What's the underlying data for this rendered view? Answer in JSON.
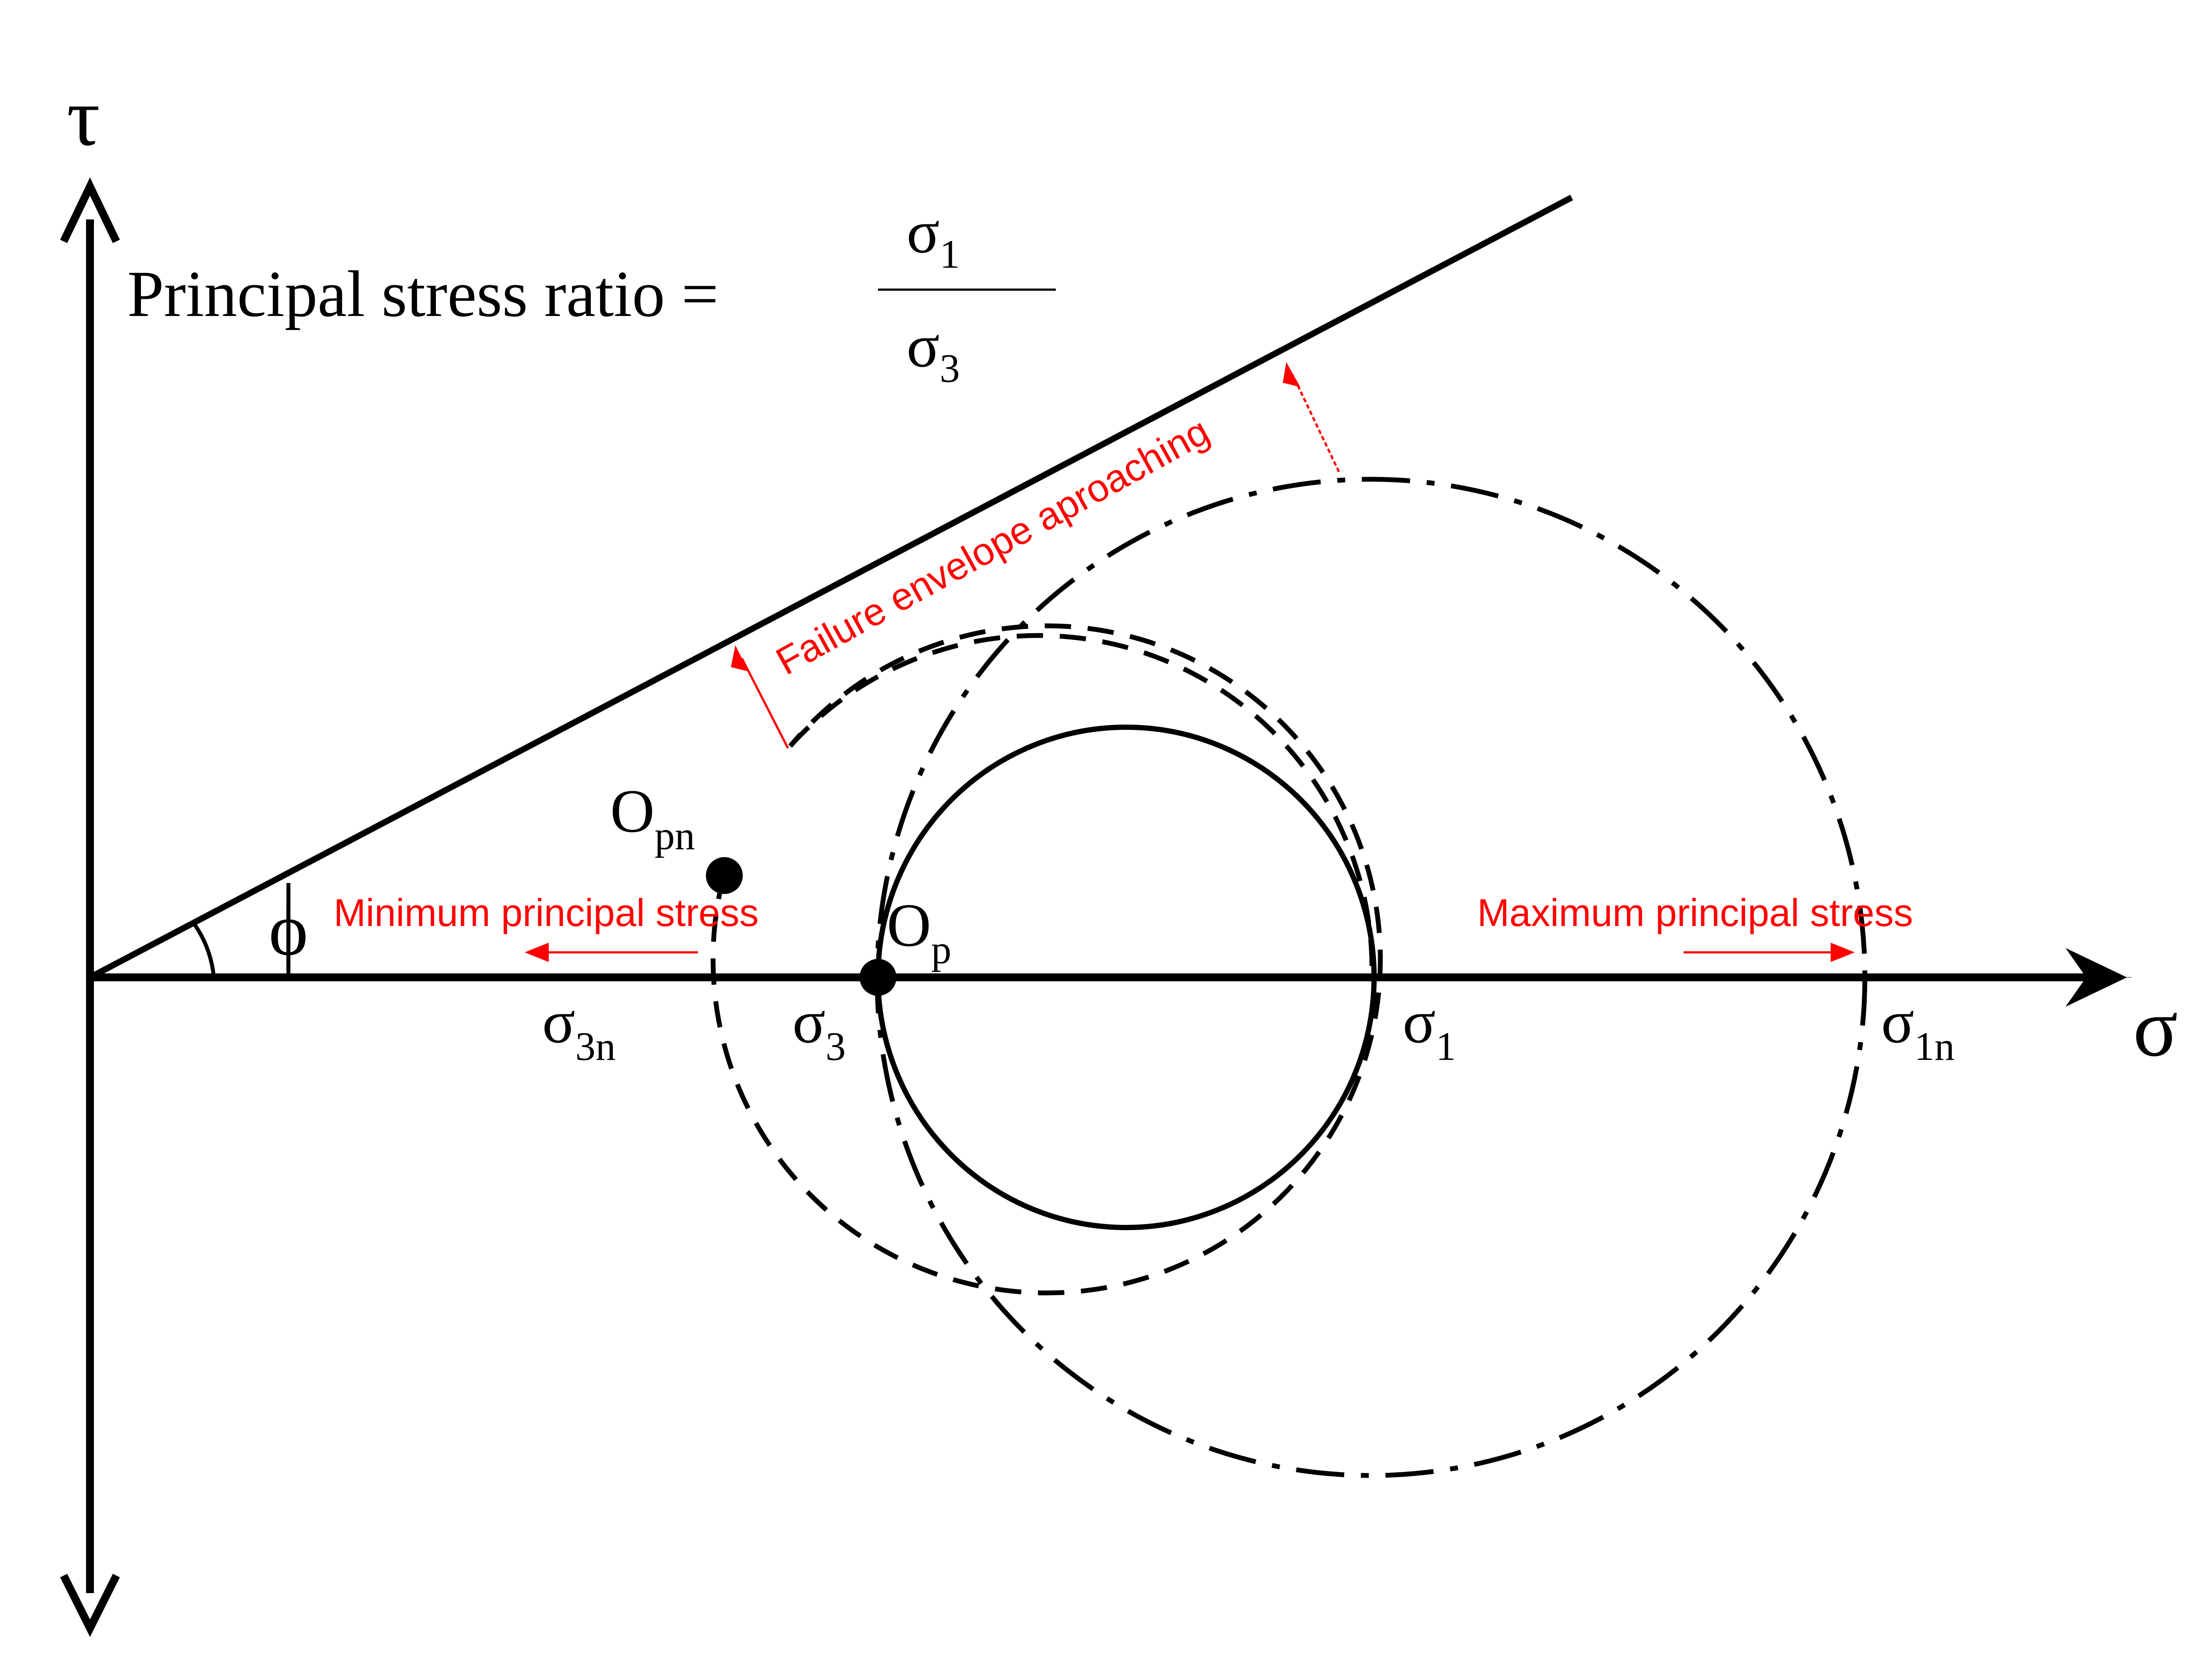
{
  "axes": {
    "tau_label": "τ",
    "sigma_label": "σ"
  },
  "formula": {
    "lhs": "Principal stress ratio =",
    "numerator": "σ",
    "numerator_sub": "1",
    "denominator": "σ",
    "denominator_sub": "3"
  },
  "angle_label": "ϕ",
  "points": {
    "op_main": "O",
    "op_sub": "p",
    "opn_main": "O",
    "opn_sub": "pn"
  },
  "stress_labels": {
    "s3n_main": "σ",
    "s3n_sub": "3n",
    "s3_main": "σ",
    "s3_sub": "3",
    "s1_main": "σ",
    "s1_sub": "1",
    "s1n_main": "σ",
    "s1n_sub": "1n"
  },
  "annotations": {
    "min_principal": "Minimum principal stress",
    "max_principal": "Maximum principal stress",
    "failure_envelope": "Failure envelope aproaching"
  },
  "colors": {
    "ink": "#000000",
    "accent": "#ff0000"
  }
}
